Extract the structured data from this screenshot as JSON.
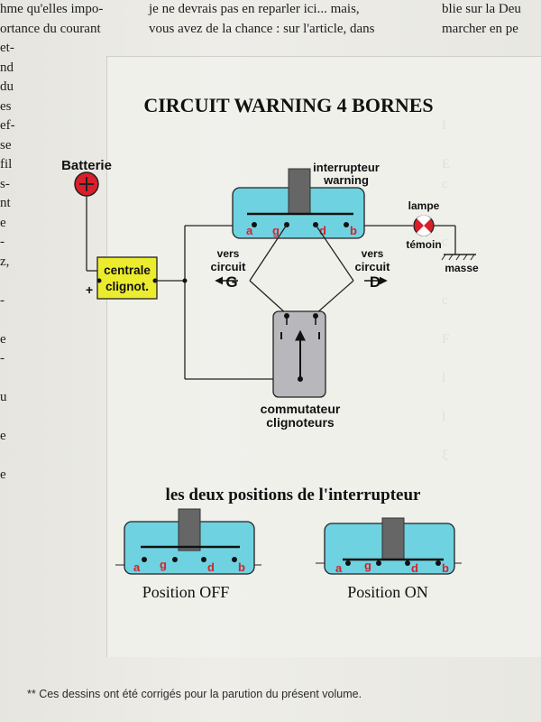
{
  "text_columns": {
    "left": [
      "hme qu'elles impo-",
      "ortance du courant",
      "et-",
      "nd",
      "du",
      "es",
      "ef-",
      "se",
      "fil",
      "s-",
      "nt",
      "e",
      "-",
      "z,",
      "",
      "-",
      "",
      "e",
      "-",
      "",
      "u",
      "",
      "e",
      "",
      "e"
    ],
    "mid": [
      "je ne devrais pas en reparler ici... mais,",
      "vous avez de la chance : sur l'article, dans"
    ],
    "right": [
      "blie sur la Deu",
      "marcher en pe",
      "",
      "",
      "",
      "",
      "f",
      "",
      "E",
      "c",
      "",
      "",
      "c",
      "",
      "",
      "c",
      "",
      "F",
      "",
      "l",
      "",
      "l",
      "",
      "ξ"
    ]
  },
  "diagram": {
    "title": "CIRCUIT WARNING 4 BORNES",
    "batterie": "Batterie",
    "centrale": [
      "centrale",
      "clignot."
    ],
    "plus_sign": "+",
    "interrupteur": [
      "interrupteur",
      "warning"
    ],
    "terminals": [
      "a",
      "g",
      "d",
      "b"
    ],
    "lampe": [
      "lampe",
      "témoin"
    ],
    "masse": "masse",
    "vers_g": [
      "vers",
      "circuit",
      "G"
    ],
    "vers_d": [
      "vers",
      "circuit",
      "D"
    ],
    "commutateur": [
      "commutateur",
      "clignoteurs"
    ],
    "positions_title": "les deux positions de l'interrupteur",
    "position_off": "Position OFF",
    "position_on": "Position ON"
  },
  "footnote": "** Ces dessins ont été corrigés pour la parution du présent volume.",
  "colors": {
    "cyan": "#6fd2e0",
    "yellow": "#ecec2e",
    "switch_grey": "#b8b8bc",
    "battery_red": "#d81f2a",
    "terminal_red": "#d81f2a"
  }
}
